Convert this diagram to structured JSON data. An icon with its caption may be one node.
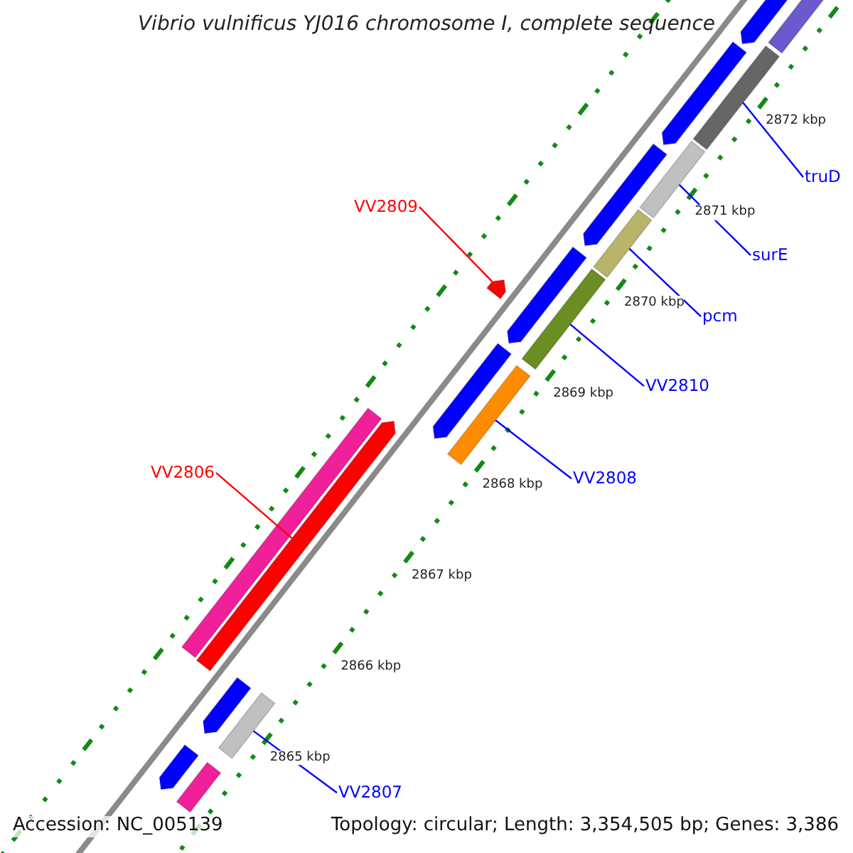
{
  "diagram": {
    "title": "Vibrio vulnificus YJ016 chromosome I, complete sequence",
    "nodes": [
      {
        "text": [
          "VV2809"
        ]
      },
      {
        "text": [
          "truD"
        ]
      },
      {
        "text": [
          "surE"
        ]
      },
      {
        "text": [
          "pcm"
        ]
      },
      {
        "text": [
          "VV2810"
        ]
      },
      {
        "text": [
          "VV2806"
        ]
      },
      {
        "text": [
          "VV2808"
        ]
      },
      {
        "text": [
          "VV2807"
        ]
      },
      {
        "text": [],
        "shape": "bar"
      },
      {
        "text": [],
        "shape": "bar"
      },
      {
        "text": [],
        "shape": "bar"
      },
      {
        "text": [],
        "shape": "bar"
      },
      {
        "text": [],
        "shape": "bar"
      },
      {
        "text": [],
        "shape": "bar"
      },
      {
        "text": [],
        "shape": "bar"
      },
      {
        "text": [],
        "shape": "bar"
      },
      {
        "text": [],
        "shape": "bar"
      },
      {
        "text": [],
        "shape": "bar"
      },
      {
        "text": [],
        "shape": "bar"
      },
      {
        "text": [],
        "shape": "bar"
      },
      {
        "text": [],
        "shape": "bar"
      },
      {
        "text": [],
        "shape": "bar"
      },
      {
        "text": [],
        "shape": "bar"
      },
      {
        "text": [],
        "shape": "bar"
      },
      {
        "text": [],
        "shape": "bar"
      },
      {
        "text": [],
        "shape": "bar"
      }
    ],
    "edges": [
      {
        "from": 0,
        "to": 8,
        "arrow": "none",
        "color": "#ff0000"
      },
      {
        "from": 1,
        "to": 9,
        "arrow": "none"
      },
      {
        "from": 2,
        "to": 10,
        "arrow": "none"
      },
      {
        "from": 3,
        "to": 11,
        "arrow": "none"
      },
      {
        "from": 4,
        "to": 12,
        "arrow": "none"
      },
      {
        "from": 5,
        "to": 13,
        "arrow": "none",
        "color": "#ff0000"
      },
      {
        "from": 6,
        "to": 14,
        "arrow": "none"
      },
      {
        "from": 7,
        "to": 15,
        "arrow": "none"
      }
    ],
    "labels": [
      "2872 kbp",
      "2871 kbp",
      "2870 kbp",
      "2869 kbp",
      "2868 kbp",
      "2867 kbp",
      "2866 kbp",
      "2865 kbp",
      "Accession: NC_005139",
      "Topology: circular; Length: 3,354,505 bp; Genes: 3,386"
    ]
  }
}
